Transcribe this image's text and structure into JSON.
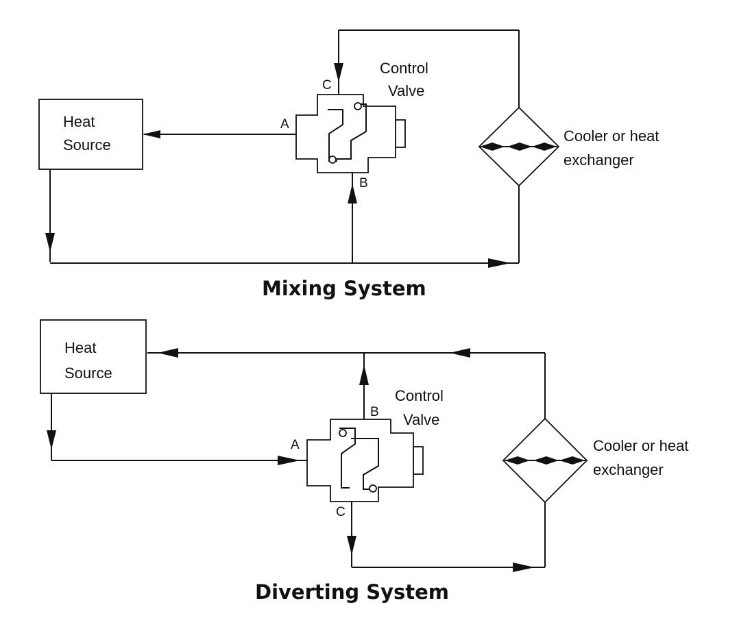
{
  "mixing": {
    "title": "Mixing System",
    "heat_source_line1": "Heat",
    "heat_source_line2": "Source",
    "valve_line1": "Control",
    "valve_line2": "Valve",
    "cooler_line1": "Cooler or heat",
    "cooler_line2": "exchanger",
    "port_a": "A",
    "port_b": "B",
    "port_c": "C"
  },
  "diverting": {
    "title": "Diverting System",
    "heat_source_line1": "Heat",
    "heat_source_line2": "Source",
    "valve_line1": "Control",
    "valve_line2": "Valve",
    "cooler_line1": "Cooler or heat",
    "cooler_line2": "exchanger",
    "port_a": "A",
    "port_b": "B",
    "port_c": "C"
  }
}
